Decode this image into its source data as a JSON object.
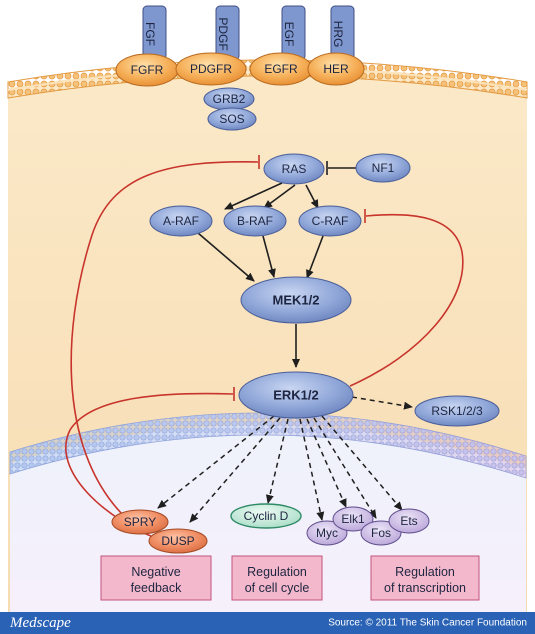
{
  "diagram": {
    "ligands": {
      "fgf": "FGF",
      "pdgf": "PDGF",
      "egf": "EGF",
      "hrg": "HRG"
    },
    "receptors": {
      "fgfr": "FGFR",
      "pdgfr": "PDGFR",
      "egfr": "EGFR",
      "her": "HER"
    },
    "nodes": {
      "grb2": "GRB2",
      "sos": "SOS",
      "ras": "RAS",
      "nf1": "NF1",
      "araf": "A-RAF",
      "braf": "B-RAF",
      "craf": "C-RAF",
      "mek": "MEK1/2",
      "erk": "ERK1/2",
      "rsk": "RSK1/2/3",
      "spry": "SPRY",
      "dusp": "DUSP",
      "cyclind": "Cyclin D",
      "myc": "Myc",
      "elk1": "Elk1",
      "fos": "Fos",
      "ets": "Ets"
    },
    "boxes": {
      "negative": [
        "Negative",
        "feedback"
      ],
      "cellcycle": [
        "Regulation",
        "of cell cycle"
      ],
      "transcription": [
        "Regulation",
        "of transcription"
      ]
    }
  },
  "footer": {
    "logo": "Medscape",
    "source": "Source: © 2011 The Skin Cancer Foundation"
  },
  "colors": {
    "node_blue": "#8fa6d8",
    "receptor_orange": "#f2a24a",
    "ligand_blue": "#7f97cf",
    "spry_dusp": "#e97a52",
    "cyclin_green": "#bfe6d5",
    "tf_lavender": "#c9b8e2",
    "box_pink": "#f4b8cc",
    "inhibit_red": "#c8342c",
    "footer_blue": "#2a62b5"
  }
}
